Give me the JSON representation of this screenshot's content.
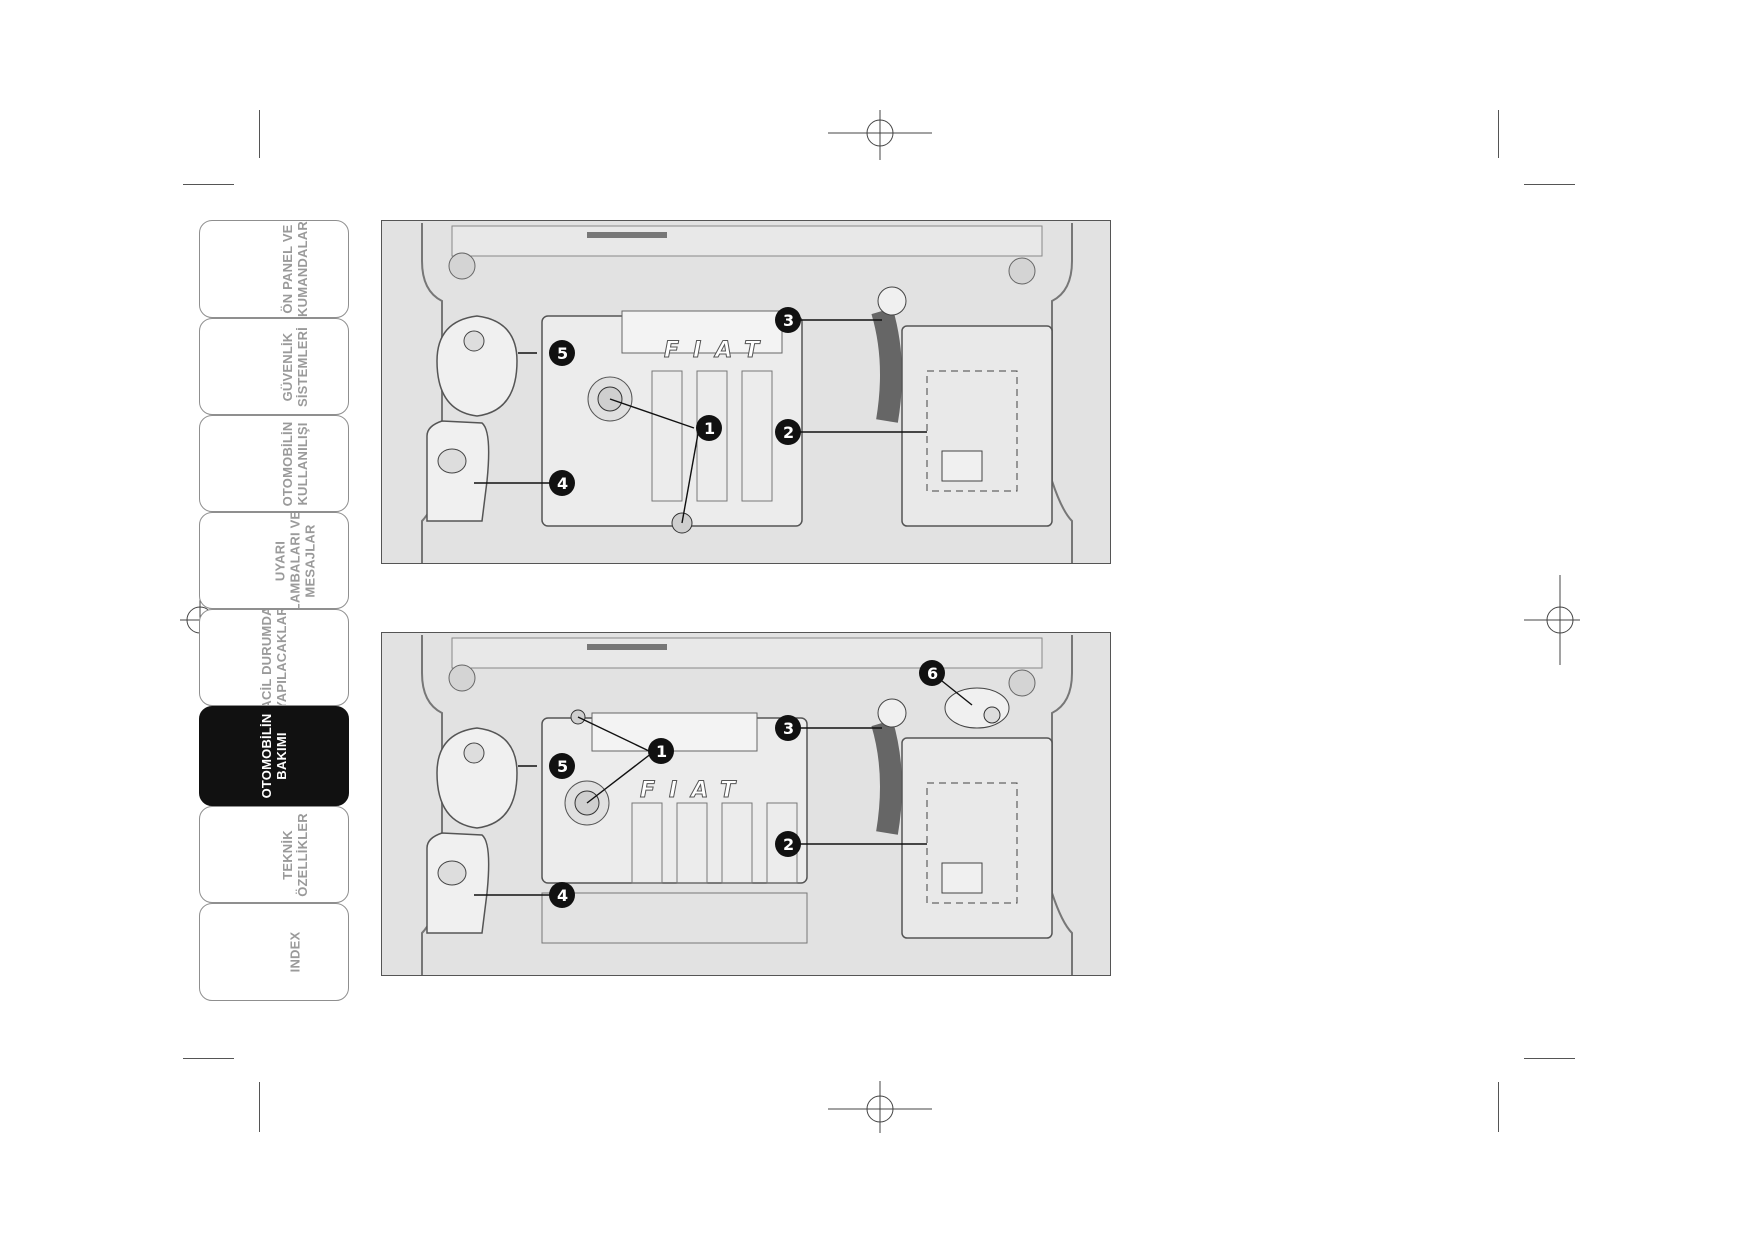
{
  "tabs": [
    {
      "label": "ÖN PANEL VE\nKUMANDALAR",
      "active": false
    },
    {
      "label": "GÜVENLİK\nSİSTEMLERİ",
      "active": false
    },
    {
      "label": "OTOMOBİLİN\nKULLANILIŞI",
      "active": false
    },
    {
      "label": "UYARI\nLAMBALARI VE\nMESAJLAR",
      "active": false
    },
    {
      "label": "ACİL DURUMDA\nYAPILACAKLAR",
      "active": false
    },
    {
      "label": "OTOMOBİLİN\nBAKIMI",
      "active": true
    },
    {
      "label": "TEKNİK\nÖZELLİKLER",
      "active": false
    },
    {
      "label": "INDEX",
      "active": false
    }
  ],
  "figures": [
    {
      "engine_logo": "FIAT",
      "callouts": [
        "1",
        "2",
        "3",
        "4",
        "5"
      ]
    },
    {
      "engine_logo": "FIAT",
      "callouts": [
        "1",
        "2",
        "3",
        "4",
        "5",
        "6"
      ]
    }
  ],
  "colors": {
    "active_tab": "#111111",
    "tab_border": "#8f8f8f",
    "figure_background": "#e2e2e2",
    "callout": "#111111"
  }
}
